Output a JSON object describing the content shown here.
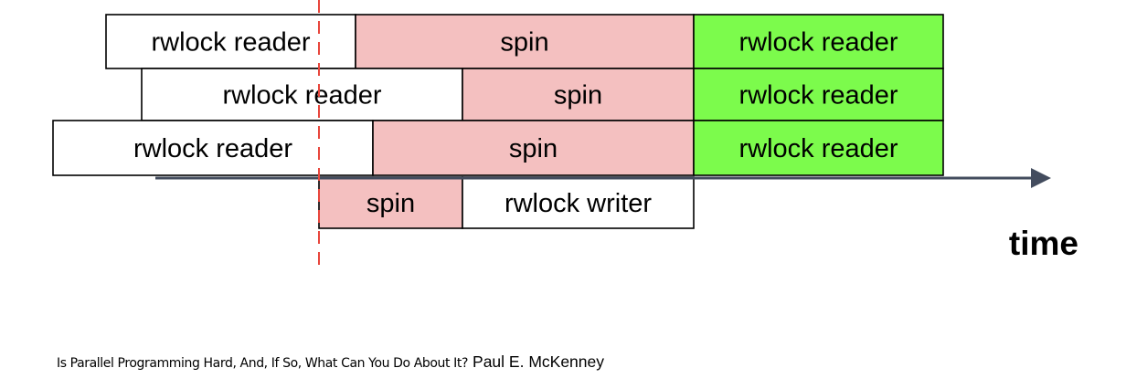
{
  "diagram": {
    "rows": [
      {
        "segments": [
          {
            "label": "rwlock reader",
            "kind": "reader"
          },
          {
            "label": "spin",
            "kind": "spin"
          },
          {
            "label": "rwlock reader",
            "kind": "acquired"
          }
        ]
      },
      {
        "segments": [
          {
            "label": "rwlock reader",
            "kind": "reader"
          },
          {
            "label": "spin",
            "kind": "spin"
          },
          {
            "label": "rwlock reader",
            "kind": "acquired"
          }
        ]
      },
      {
        "segments": [
          {
            "label": "rwlock reader",
            "kind": "reader"
          },
          {
            "label": "spin",
            "kind": "spin"
          },
          {
            "label": "rwlock reader",
            "kind": "acquired"
          }
        ]
      },
      {
        "segments": [
          {
            "label": "spin",
            "kind": "spin"
          },
          {
            "label": "rwlock writer",
            "kind": "writer"
          }
        ]
      }
    ],
    "time_label": "time",
    "colors": {
      "reader": "#ffffff",
      "writer": "#ffffff",
      "spin": "#f4c0c0",
      "acquired": "#7cfb4c",
      "border": "#000000",
      "axis": "#434c5e",
      "marker": "#e8463c"
    }
  },
  "caption": {
    "title": "Is Parallel Programming Hard, And, If So, What Can You Do About It?",
    "author": "Paul E. McKenney"
  }
}
